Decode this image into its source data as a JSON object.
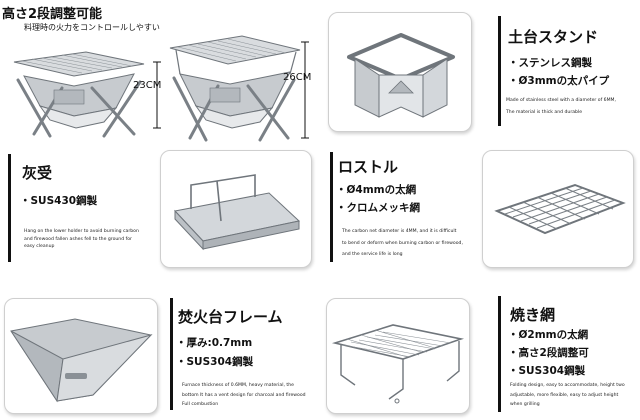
{
  "hero": {
    "title": "高さ2段調整可能",
    "subtitle": "料理時の火力をコントロールしやすい",
    "dim_low": "23CM",
    "dim_high": "26CM"
  },
  "sections": [
    {
      "key": "base",
      "title": "土台スタンド",
      "bullets": [
        "・ステンレス鋼製",
        "・Ø3mmの太パイプ"
      ],
      "desc": [
        "Made of stainless steel with a diameter of 6MM,",
        "The material is thick and durable"
      ]
    },
    {
      "key": "ashtray",
      "title": "灰受",
      "bullets": [
        "・SUS430鋼製"
      ],
      "desc": [
        "Hang on the lower holder to avoid burning carbon",
        "and firewood fallen ashes fell to the ground for",
        "easy cleanup"
      ]
    },
    {
      "key": "grill",
      "title": "ロストル",
      "bullets": [
        "・Ø4mmの太網",
        "・クロムメッキ網"
      ],
      "desc": [
        "The carbon net diameter is 4MM, and it is difficult",
        "to bend or deform when burning carbon or firewood,",
        "and the service life is long"
      ]
    },
    {
      "key": "frame",
      "title": "焚火台フレーム",
      "bullets": [
        "・厚み:0.7mm",
        "・SUS304鋼製"
      ],
      "desc": [
        "Furnace thickness of 0.6MM, heavy material, the",
        "bottom It has a vent design for charcoal and firewood",
        "Full combustion"
      ]
    },
    {
      "key": "net",
      "title": "焼き網",
      "bullets": [
        "・Ø2mmの太網",
        "・高さ2段調整可",
        "・SUS304鋼製"
      ],
      "desc": [
        "Folding design, easy to accommodate, height two",
        "adjustable, more flexible, easy to adjust height",
        "when grilling"
      ]
    }
  ],
  "colors": {
    "text": "#111111",
    "steel": "#9aa0a6",
    "panel_border": "#cfcfcf"
  }
}
